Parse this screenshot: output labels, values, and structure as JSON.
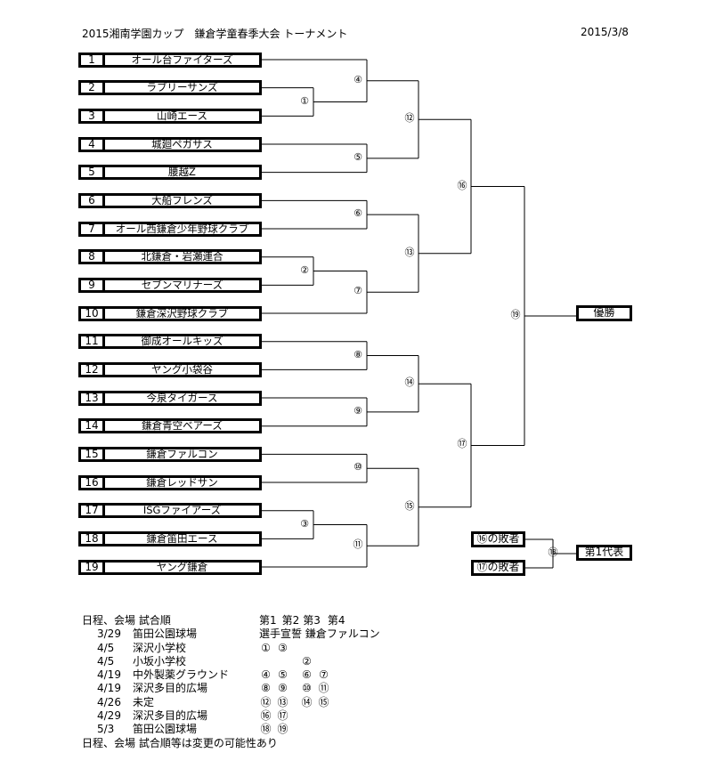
{
  "header": {
    "title": "2015湘南学園カップ　鎌倉学童春季大会 トーナメント",
    "date": "2015/3/8"
  },
  "teams": [
    {
      "no": "1",
      "name": "オール台ファイターズ"
    },
    {
      "no": "2",
      "name": "ラブリーサンズ"
    },
    {
      "no": "3",
      "name": "山崎エース"
    },
    {
      "no": "4",
      "name": "城廻ペガサス"
    },
    {
      "no": "5",
      "name": "腰越Z"
    },
    {
      "no": "6",
      "name": "大船フレンズ"
    },
    {
      "no": "7",
      "name": "オール西鎌倉少年野球クラブ"
    },
    {
      "no": "8",
      "name": "北鎌倉・岩瀬連合"
    },
    {
      "no": "9",
      "name": "セブンマリナーズ"
    },
    {
      "no": "10",
      "name": "鎌倉深沢野球クラブ"
    },
    {
      "no": "11",
      "name": "御成オールキッズ"
    },
    {
      "no": "12",
      "name": "ヤング小袋谷"
    },
    {
      "no": "13",
      "name": "今泉タイガース"
    },
    {
      "no": "14",
      "name": "鎌倉青空ベアーズ"
    },
    {
      "no": "15",
      "name": "鎌倉ファルコン"
    },
    {
      "no": "16",
      "name": "鎌倉レッドサン"
    },
    {
      "no": "17",
      "name": "ISGファイアーズ"
    },
    {
      "no": "18",
      "name": "鎌倉笛田エース"
    },
    {
      "no": "19",
      "name": "ヤング鎌倉"
    }
  ],
  "matches": [
    {
      "label": "①",
      "a": "t2",
      "b": "t3"
    },
    {
      "label": "②",
      "a": "t8",
      "b": "t9"
    },
    {
      "label": "③",
      "a": "t17",
      "b": "t18"
    },
    {
      "label": "④",
      "a": "t1",
      "b": "m1"
    },
    {
      "label": "⑤",
      "a": "t4",
      "b": "t5"
    },
    {
      "label": "⑥",
      "a": "t6",
      "b": "t7"
    },
    {
      "label": "⑦",
      "a": "m2",
      "b": "t10"
    },
    {
      "label": "⑧",
      "a": "t11",
      "b": "t12"
    },
    {
      "label": "⑨",
      "a": "t13",
      "b": "t14"
    },
    {
      "label": "⑩",
      "a": "t15",
      "b": "t16"
    },
    {
      "label": "⑪",
      "a": "m3",
      "b": "t19"
    },
    {
      "label": "⑫",
      "a": "m4",
      "b": "m5"
    },
    {
      "label": "⑬",
      "a": "m6",
      "b": "m7"
    },
    {
      "label": "⑭",
      "a": "m8",
      "b": "m9"
    },
    {
      "label": "⑮",
      "a": "m10",
      "b": "m11"
    },
    {
      "label": "⑯",
      "a": "m12",
      "b": "m13"
    },
    {
      "label": "⑰",
      "a": "m14",
      "b": "m15"
    },
    {
      "label": "⑱",
      "a": "l16",
      "b": "l17"
    },
    {
      "label": "⑲",
      "a": "m16",
      "b": "m17"
    }
  ],
  "champion": "優勝",
  "loser16": "⑯の敗者",
  "loser17": "⑰の敗者",
  "representative": "第1代表",
  "schedule": {
    "heading": {
      "label": "日程、会場 試合順",
      "cols": [
        "第1",
        "第2",
        "第3",
        "第4"
      ]
    },
    "rows": [
      {
        "date": "3/29",
        "venue": "笛田公園球場",
        "note": "選手宣誓 鎌倉ファルコン",
        "games": [
          "",
          "",
          "",
          ""
        ]
      },
      {
        "date": "4/5",
        "venue": " 深沢小学校",
        "games": [
          "①",
          "③",
          "",
          ""
        ]
      },
      {
        "date": "4/5",
        "venue": " 小坂小学校",
        "games": [
          "",
          "",
          "②",
          ""
        ]
      },
      {
        "date": "4/19",
        "venue": "中外製薬グラウンド",
        "games": [
          "④",
          "⑤",
          "⑥",
          "⑦"
        ]
      },
      {
        "date": "4/19",
        "venue": "深沢多目的広場",
        "games": [
          "⑧",
          "⑨",
          "⑩",
          "⑪"
        ]
      },
      {
        "date": "4/26",
        "venue": "未定",
        "games": [
          "⑫",
          "⑬",
          "⑭",
          "⑮"
        ]
      },
      {
        "date": "4/29",
        "venue": "深沢多目的広場",
        "games": [
          "⑯",
          "⑰",
          "",
          ""
        ]
      },
      {
        "date": "5/3",
        "venue": " 笛田公園球場",
        "games": [
          "⑱",
          "⑲",
          "",
          ""
        ]
      }
    ],
    "footnote": "日程、会場 試合順等は変更の可能性あり"
  }
}
